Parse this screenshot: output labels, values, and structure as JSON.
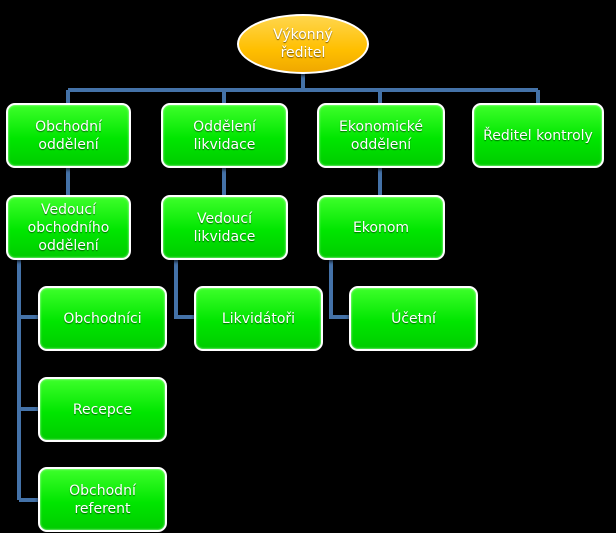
{
  "colors": {
    "background": "#000000",
    "box_fill": "#00e600",
    "root_fill": "#ffbf00",
    "border": "#ffffff",
    "connector": "#4472a8",
    "text": "#ffffff"
  },
  "root": {
    "label": "Výkonný\nředitel"
  },
  "departments": [
    {
      "label": "Obchodní\noddělení"
    },
    {
      "label": "Oddělení\nlikvidace"
    },
    {
      "label": "Ekonomické\noddělení"
    },
    {
      "label": "Ředitel kontroly"
    }
  ],
  "managers": [
    {
      "label": "Vedoucí\nobchodního\noddělení"
    },
    {
      "label": "Vedoucí likvidace"
    },
    {
      "label": "Ekonom"
    }
  ],
  "staff": [
    {
      "label": "Obchodníci"
    },
    {
      "label": "Recepce"
    },
    {
      "label": "Obchodní\nreferent"
    },
    {
      "label": "Likvidátoři"
    },
    {
      "label": "Účetní"
    }
  ]
}
